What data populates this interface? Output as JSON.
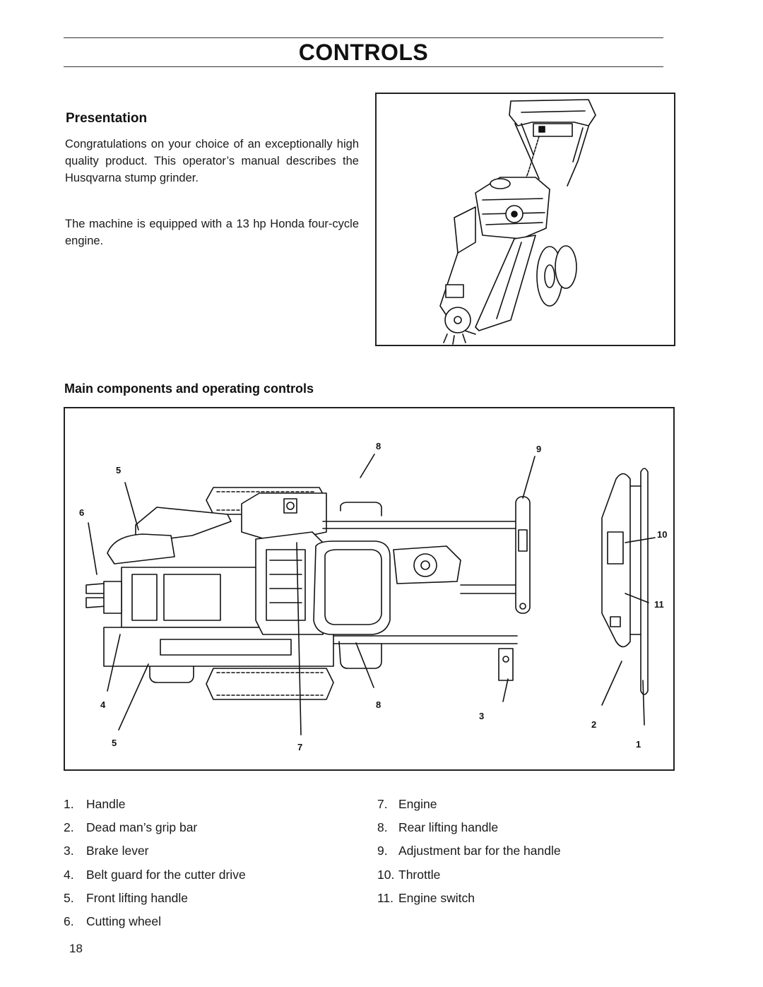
{
  "header": {
    "title": "CONTROLS"
  },
  "presentation": {
    "heading": "Presentation",
    "paragraph_1": "Congratulations on your choice of an exceptionally high quality product. This operator’s manual describes the Husqvarna stump grinder.",
    "paragraph_2": "The machine is equipped with a 13 hp Honda four-cycle engine."
  },
  "components": {
    "heading": "Main components and operating controls",
    "callouts": [
      "8",
      "9",
      "5",
      "6",
      "10",
      "11",
      "4",
      "8",
      "3",
      "2",
      "5",
      "7",
      "1"
    ],
    "legend_left": [
      {
        "num": "1.",
        "label": "Handle"
      },
      {
        "num": "2.",
        "label": "Dead man’s grip bar"
      },
      {
        "num": "3.",
        "label": "Brake lever"
      },
      {
        "num": "4.",
        "label": "Belt guard for the cutter drive"
      },
      {
        "num": "5.",
        "label": "Front lifting handle"
      },
      {
        "num": "6.",
        "label": "Cutting wheel"
      }
    ],
    "legend_right": [
      {
        "num": "7.",
        "label": "Engine"
      },
      {
        "num": "8.",
        "label": "Rear lifting handle"
      },
      {
        "num": "9.",
        "label": "Adjustment bar for the handle"
      },
      {
        "num": "10.",
        "label": "Throttle"
      },
      {
        "num": "11.",
        "label": "Engine switch"
      }
    ]
  },
  "footer": {
    "page_number": "18"
  }
}
